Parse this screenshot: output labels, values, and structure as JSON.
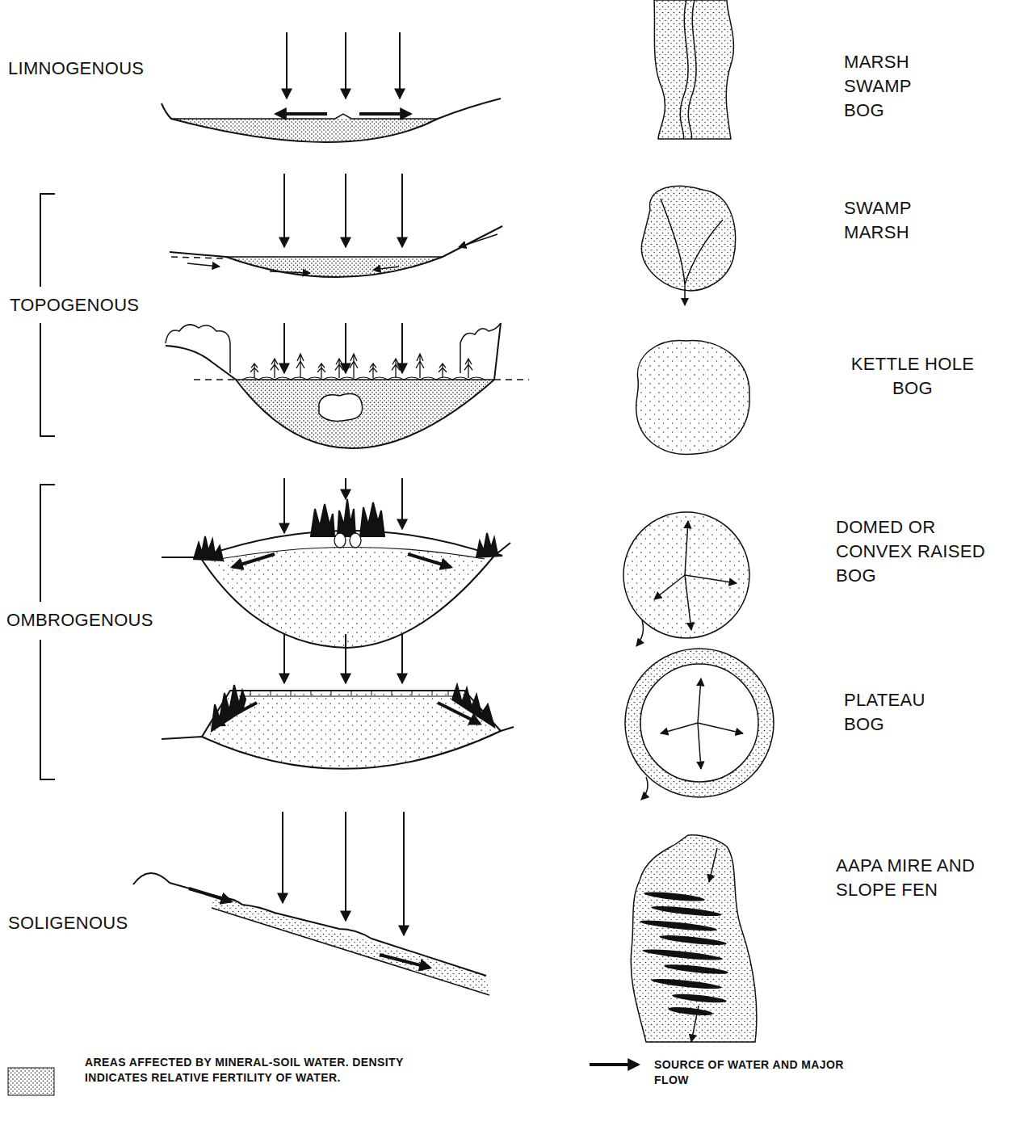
{
  "diagram": {
    "labels": [
      "LIMNOGENOUS",
      "MARSH SWAMP BOG",
      "SWAMP MARSH",
      "TOPOGENOUS",
      "KETTLE HOLE BOG",
      "DOMED OR CONVEX RAISED BOG",
      "OMBROGENOUS",
      "PLATEAU BOG",
      "SOLIGENOUS",
      "AAPA MIRE AND SLOPE FEN"
    ],
    "legend": [
      {
        "text": "AREAS AFFECTED BY MINERAL-SOIL WATER. DENSITY INDICATES RELATIVE FERTILITY OF WATER."
      },
      {
        "text": "SOURCE OF WATER AND MAJOR FLOW"
      }
    ]
  }
}
